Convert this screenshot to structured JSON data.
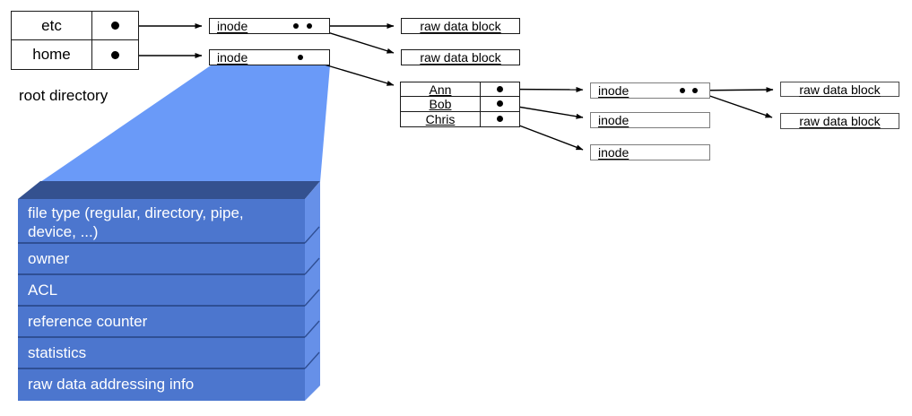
{
  "root_directory": {
    "caption": "root directory",
    "entries": [
      "etc",
      "home"
    ]
  },
  "home_directory": {
    "entries": [
      "Ann",
      "Bob",
      "Chris"
    ]
  },
  "box_labels": {
    "inode": "inode",
    "raw_data_block": "raw data block"
  },
  "inode_contents": {
    "rows": [
      "file type (regular, directory, pipe, device, ...)",
      "owner",
      "ACL",
      "reference counter",
      "statistics",
      "raw data addressing info"
    ]
  },
  "colors": {
    "funnel_highlight": "#6A9AF8",
    "slab_face": "#4C76CE",
    "slab_top_bevel": "#34518F",
    "slab_right_bevel": "#6690E8",
    "slab_divider": "#2F4F94",
    "arrow_line": "#000000"
  }
}
